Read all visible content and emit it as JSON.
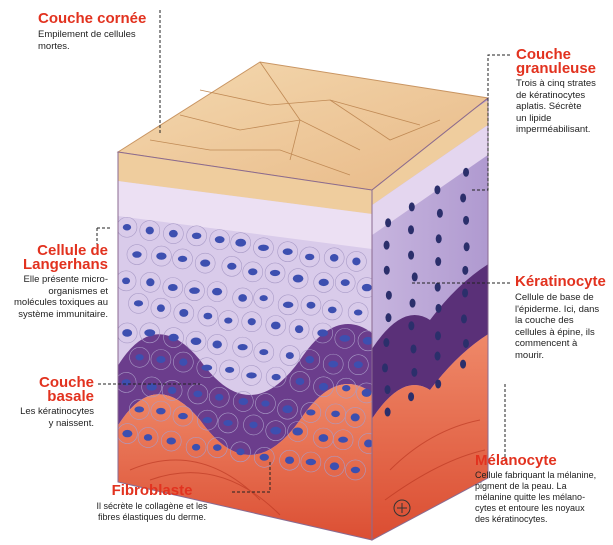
{
  "labels": {
    "couche_cornee": {
      "title": "Couche cornée",
      "desc": [
        "Empilement de cellules",
        "mortes."
      ]
    },
    "couche_granuleuse": {
      "title": [
        "Couche",
        "granuleuse"
      ],
      "desc": [
        "Trois à cinq strates",
        "de kératinocytes",
        "aplatis. Sécrète",
        "un lipide",
        "imperméabilisant."
      ]
    },
    "langerhans": {
      "title": [
        "Cellule de",
        "Langerhans"
      ],
      "desc": [
        "Elle présente micro-",
        "organismes et",
        "molécules toxiques au",
        "système immunitaire."
      ]
    },
    "keratinocyte": {
      "title": "Kératinocyte",
      "desc": [
        "Cellule de base de",
        "l'épiderme. Ici, dans",
        "la couche des",
        "cellules à épine, ils",
        "commencent à",
        "mourir."
      ]
    },
    "couche_basale": {
      "title": [
        "Couche",
        "basale"
      ],
      "desc": [
        "Les kératinocytes",
        "y naissent."
      ]
    },
    "melanocyte": {
      "title": "Mélanocyte",
      "desc": [
        "Cellule fabriquant la mélanine,",
        "pigment de la peau. La",
        "mélanine quitte les mélano-",
        "cytes et entoure les noyaux",
        "des kératinocytes."
      ]
    },
    "fibroblaste": {
      "title": "Fibroblaste",
      "desc": [
        "Il sécrète le collagène et les",
        "fibres élastiques du derme."
      ]
    }
  },
  "colors": {
    "title": "#e2321f",
    "cornee": "#f1cfa0",
    "granuleuse": "#e9d4ef",
    "epine": "#cdbde3",
    "basale": "#6b3d8c",
    "nucleus": "#3d4fb0",
    "derme": "#e0603c"
  }
}
